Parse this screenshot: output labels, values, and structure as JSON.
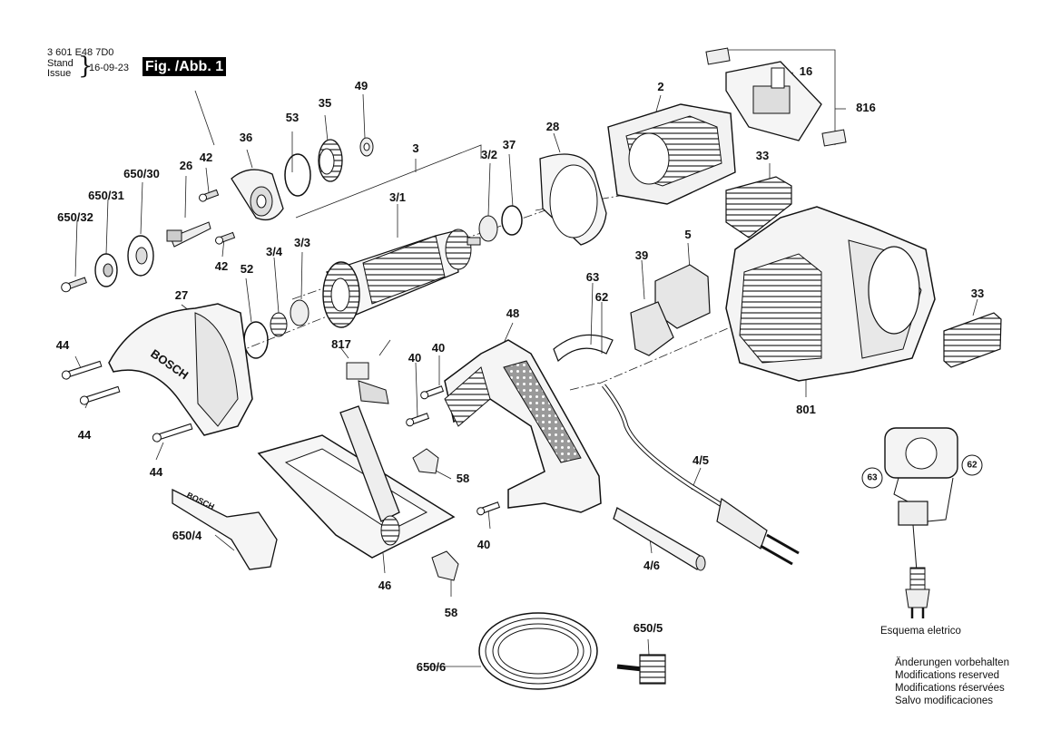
{
  "header": {
    "doc_number": "3 601 E48 7D0",
    "stand_label": "Stand",
    "issue_label": "Issue",
    "date": "16-09-23",
    "figure_label": "Fig. /Abb. 1"
  },
  "part_labels": [
    "2",
    "16",
    "816",
    "49",
    "53",
    "35",
    "36",
    "3",
    "3/2",
    "37",
    "28",
    "42",
    "26",
    "650/30",
    "650/31",
    "650/32",
    "3/1",
    "33",
    "5",
    "39",
    "63",
    "62",
    "3/4",
    "3/3",
    "52",
    "27",
    "44",
    "817",
    "40",
    "48",
    "58",
    "46",
    "650/4",
    "4/5",
    "4/6",
    "650/5",
    "650/6",
    "801"
  ],
  "schematic": {
    "callouts": [
      "63",
      "62"
    ],
    "caption": "Esquema eletrico"
  },
  "notes": [
    "Änderungen vorbehalten",
    "Modifications reserved",
    "Modifications réservées",
    "Salvo modificaciones"
  ],
  "brand_markings": [
    "BOSCH",
    "BOSCH"
  ]
}
